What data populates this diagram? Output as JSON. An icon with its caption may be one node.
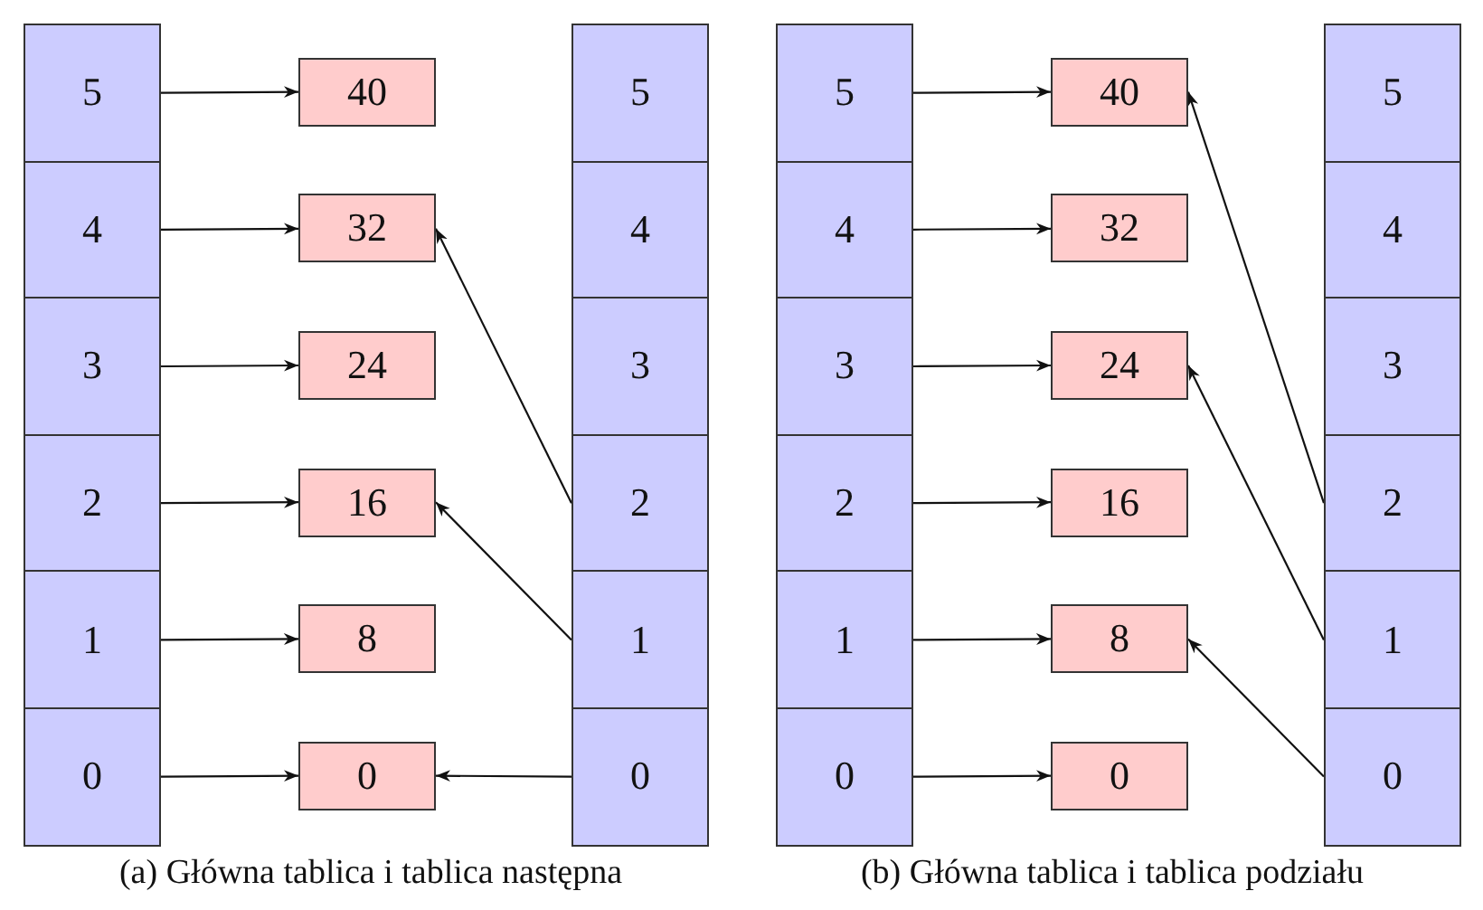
{
  "diagram": {
    "nodes": [
      {
        "text": [
          "5"
        ]
      },
      {
        "text": [
          "4"
        ]
      },
      {
        "text": [
          "3"
        ]
      },
      {
        "text": [
          "2"
        ]
      },
      {
        "text": [
          "1"
        ]
      },
      {
        "text": [
          "0"
        ]
      },
      {
        "text": [
          "40"
        ]
      },
      {
        "text": [
          "32"
        ]
      },
      {
        "text": [
          "24"
        ]
      },
      {
        "text": [
          "16"
        ]
      },
      {
        "text": [
          "8"
        ]
      },
      {
        "text": [
          "0"
        ]
      },
      {
        "text": [
          "5"
        ]
      },
      {
        "text": [
          "4"
        ]
      },
      {
        "text": [
          "3"
        ]
      },
      {
        "text": [
          "2"
        ]
      },
      {
        "text": [
          "1"
        ]
      },
      {
        "text": [
          "0"
        ]
      },
      {
        "text": [
          "5"
        ]
      },
      {
        "text": [
          "4"
        ]
      },
      {
        "text": [
          "3"
        ]
      },
      {
        "text": [
          "2"
        ]
      },
      {
        "text": [
          "1"
        ]
      },
      {
        "text": [
          "0"
        ]
      },
      {
        "text": [
          "40"
        ]
      },
      {
        "text": [
          "32"
        ]
      },
      {
        "text": [
          "24"
        ]
      },
      {
        "text": [
          "16"
        ]
      },
      {
        "text": [
          "8"
        ]
      },
      {
        "text": [
          "0"
        ]
      },
      {
        "text": [
          "5"
        ]
      },
      {
        "text": [
          "4"
        ]
      },
      {
        "text": [
          "3"
        ]
      },
      {
        "text": [
          "2"
        ]
      },
      {
        "text": [
          "1"
        ]
      },
      {
        "text": [
          "0"
        ]
      }
    ],
    "edges": [
      {
        "from": 0,
        "to": 6,
        "arrow": "to"
      },
      {
        "from": 1,
        "to": 7,
        "arrow": "to"
      },
      {
        "from": 2,
        "to": 8,
        "arrow": "to"
      },
      {
        "from": 3,
        "to": 9,
        "arrow": "to"
      },
      {
        "from": 4,
        "to": 10,
        "arrow": "to"
      },
      {
        "from": 5,
        "to": 11,
        "arrow": "to"
      },
      {
        "from": 15,
        "to": 7,
        "arrow": "to"
      },
      {
        "from": 16,
        "to": 9,
        "arrow": "to"
      },
      {
        "from": 17,
        "to": 11,
        "arrow": "to"
      },
      {
        "from": 18,
        "to": 24,
        "arrow": "to"
      },
      {
        "from": 19,
        "to": 25,
        "arrow": "to"
      },
      {
        "from": 20,
        "to": 26,
        "arrow": "to"
      },
      {
        "from": 21,
        "to": 27,
        "arrow": "to"
      },
      {
        "from": 22,
        "to": 28,
        "arrow": "to"
      },
      {
        "from": 23,
        "to": 29,
        "arrow": "to"
      },
      {
        "from": 33,
        "to": 24,
        "arrow": "to"
      },
      {
        "from": 34,
        "to": 26,
        "arrow": "to"
      },
      {
        "from": 35,
        "to": 28,
        "arrow": "to"
      }
    ],
    "labels": [
      "(a) Główna tablica i tablica następna",
      "(b) Główna tablica i tablica podziału"
    ]
  }
}
